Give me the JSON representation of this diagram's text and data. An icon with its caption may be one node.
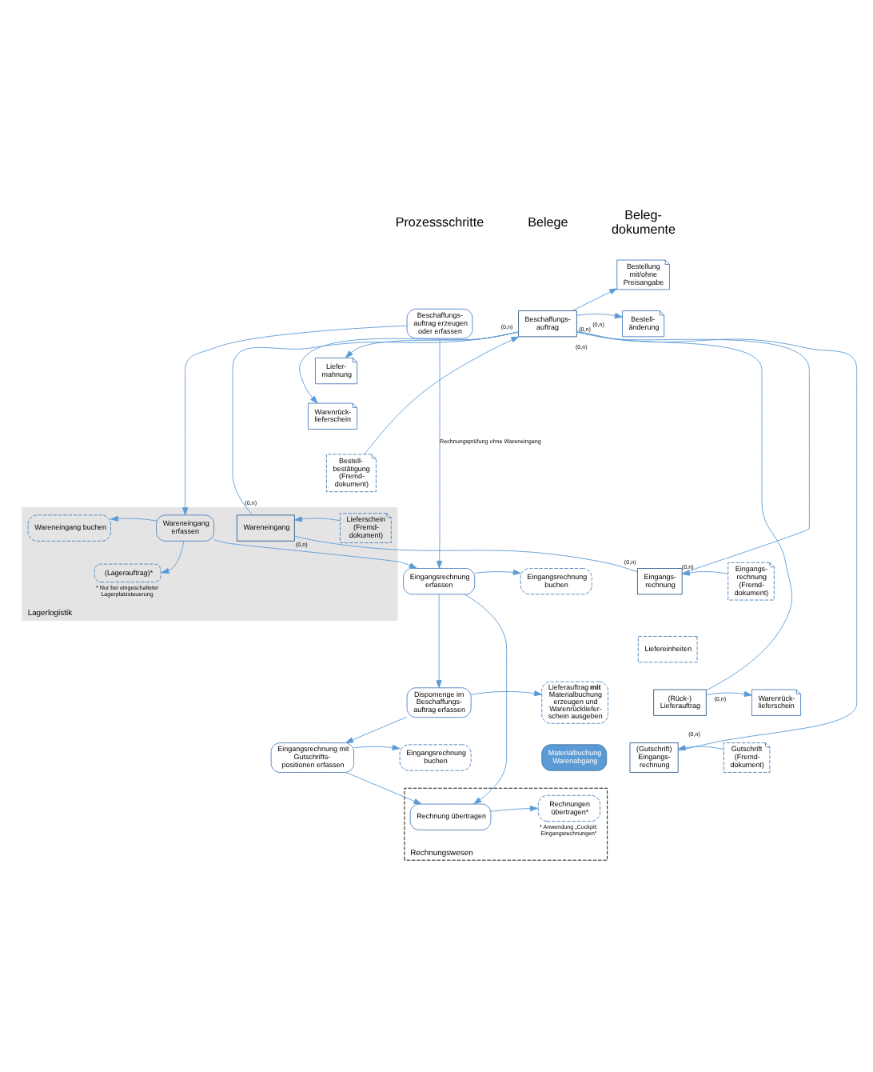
{
  "diagram": {
    "nodes": [
      {
        "text": [
          "Lagerlogistik"
        ]
      },
      {
        "text": [
          "Rechnungswesen"
        ]
      },
      {
        "text": [
          "Beschaffungs- auftrag erzeugen oder erfassen"
        ]
      },
      {
        "text": [
          "Wareneingang erfassen"
        ],
        "in": 0
      },
      {
        "text": [
          "Wareneingang buchen"
        ],
        "in": 0
      },
      {
        "text": [
          "(Lagerauftrag)*"
        ],
        "in": 0,
        "beside": [
          "* Nur bei eingeschalteter Lagerplatzsteuerung"
        ]
      },
      {
        "text": [
          "Eingangsrechnung erfassen"
        ]
      },
      {
        "text": [
          "Eingangsrechnung buchen"
        ]
      },
      {
        "text": [
          "Dispomenge im Beschaffungs- auftrag erfassen"
        ]
      },
      {
        "text": [
          "Lieferauftrag **mit** Materialbuchung erzeugen und Warenrückliefer- schein ausgeben"
        ]
      },
      {
        "text": [
          "Materialbuchung Warenabgang"
        ]
      },
      {
        "text": [
          "Eingangsrechnung mit Gutschrifts- positionen erfassen"
        ]
      },
      {
        "text": [
          "Eingangsrechnung buchen"
        ]
      },
      {
        "text": [
          "Rechnung übertragen"
        ],
        "in": 1
      },
      {
        "text": [
          "Rechnungen übertragen*"
        ],
        "in": 1,
        "beside": [
          "* Anwendung „Cockpit: Eingangsrechnungen“"
        ]
      },
      {
        "text": [
          "Beschaffungs- auftrag"
        ]
      },
      {
        "text": [
          "Bestellung mit/ohne Preisangabe"
        ]
      },
      {
        "text": [
          "Bestell- änderung"
        ]
      },
      {
        "text": [
          "Liefer- mahnung"
        ]
      },
      {
        "text": [
          "Warenrück- lieferschein"
        ]
      },
      {
        "text": [
          "Bestell- bestätigung (Fremd- dokument)"
        ]
      },
      {
        "text": [
          "Wareneingang"
        ],
        "in": 0
      },
      {
        "text": [
          "Lieferschein (Fremd- dokument)"
        ],
        "in": 0
      },
      {
        "text": [
          "Eingangs- rechnung"
        ]
      },
      {
        "text": [
          "Eingangs- rechnung (Fremd- dokument)"
        ]
      },
      {
        "text": [
          "Liefereinheiten"
        ]
      },
      {
        "text": [
          "(Rück-) Lieferauftrag"
        ]
      },
      {
        "text": [
          "Warenrück- lieferschein"
        ]
      },
      {
        "text": [
          "(Gutschrift) Eingangs- rechnung"
        ]
      },
      {
        "text": [
          "Gutschrift (Fremd- dokument)"
        ]
      }
    ],
    "edges": [
      {
        "from": 2,
        "to": 3,
        "arrow": "to"
      },
      {
        "from": 2,
        "to": 6,
        "arrow": "to",
        "label": "Rechnungsprüfung ohne Wareneingang"
      },
      {
        "from": 3,
        "to": 4,
        "arrow": "to"
      },
      {
        "from": 3,
        "to": 5,
        "arrow": "to"
      },
      {
        "from": 3,
        "to": 6,
        "arrow": "to"
      },
      {
        "from": 6,
        "to": 7,
        "arrow": "to"
      },
      {
        "from": 6,
        "to": 8,
        "arrow": "to"
      },
      {
        "from": 6,
        "to": 13,
        "arrow": "to"
      },
      {
        "from": 8,
        "to": 9,
        "arrow": "to"
      },
      {
        "from": 8,
        "to": 11,
        "arrow": "to"
      },
      {
        "from": 11,
        "to": 12,
        "arrow": "to"
      },
      {
        "from": 11,
        "to": 13,
        "arrow": "to"
      },
      {
        "from": 13,
        "to": 14,
        "arrow": "to"
      },
      {
        "from": 15,
        "to": 16,
        "arrow": "to"
      },
      {
        "from": 15,
        "to": 17,
        "arrow": "to"
      },
      {
        "from": 15,
        "to": 18,
        "arrow": "to"
      },
      {
        "from": 15,
        "to": 19,
        "arrow": "to"
      },
      {
        "from": 20,
        "to": 15,
        "arrow": "to"
      },
      {
        "from": 15,
        "to": 21,
        "arrow": "none"
      },
      {
        "from": 21,
        "to": 23,
        "arrow": "none"
      },
      {
        "from": 15,
        "to": 23,
        "arrow": "none"
      },
      {
        "from": 15,
        "to": 26,
        "arrow": "none"
      },
      {
        "from": 15,
        "to": 28,
        "arrow": "none"
      },
      {
        "from": 22,
        "to": 21,
        "arrow": "to"
      },
      {
        "from": 24,
        "to": 23,
        "arrow": "to"
      },
      {
        "from": 26,
        "to": 27,
        "arrow": "to"
      },
      {
        "from": 29,
        "to": 28,
        "arrow": "to"
      }
    ],
    "labels": [
      "Prozessschritte",
      "Belege",
      "Beleg- dokumente",
      "(0,n)",
      "(0,n)",
      "(0,n)",
      "(0,n)",
      "(0,n)",
      "(0,n)",
      "(0,n)",
      "(0,n)",
      "(0,n)",
      "(0,n)"
    ]
  }
}
